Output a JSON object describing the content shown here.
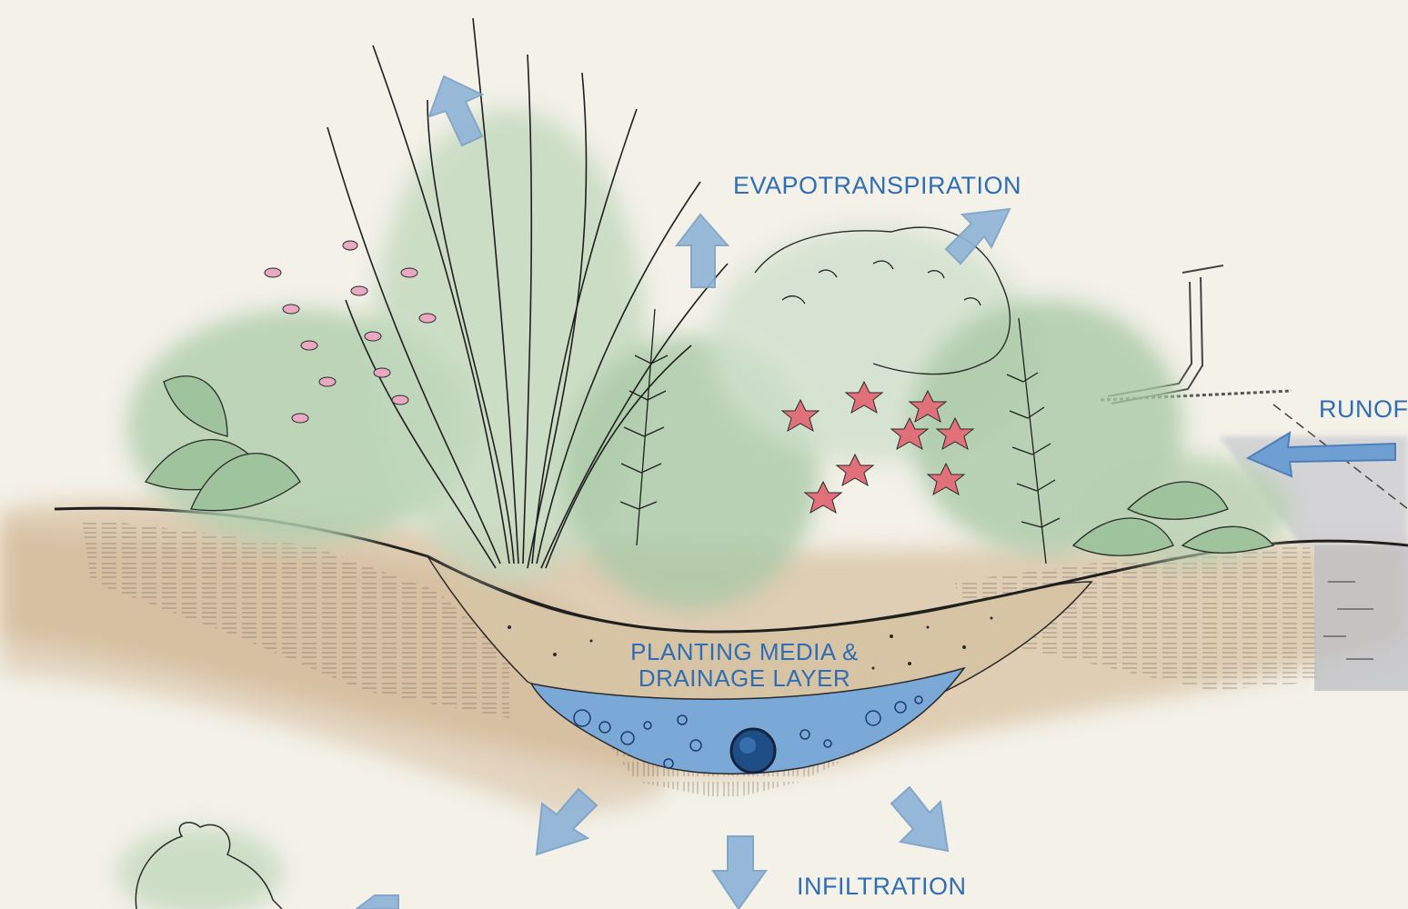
{
  "labels": {
    "evapotranspiration": "EVAPOTRANSPIRATION",
    "runoff": "RUNOF",
    "media_line1": "PLANTING MEDIA &",
    "media_line2": "DRAINAGE LAYER",
    "infiltration": "INFILTRATION"
  },
  "colors": {
    "paper": "#f3f1e8",
    "label_blue": "#2f6db4",
    "arrow_blue": "#8fb3d6",
    "drainage_blue": "#7aa9d8",
    "soil_tan": "#d6c2a4",
    "foliage_green": "#b9d3b2",
    "flower_pink": "#e9a9c2",
    "flower_red": "#e0707a",
    "ink": "#2a2a2a"
  },
  "icons": {
    "arrow": "arrow-icon",
    "pipe": "drain-pipe-icon"
  }
}
